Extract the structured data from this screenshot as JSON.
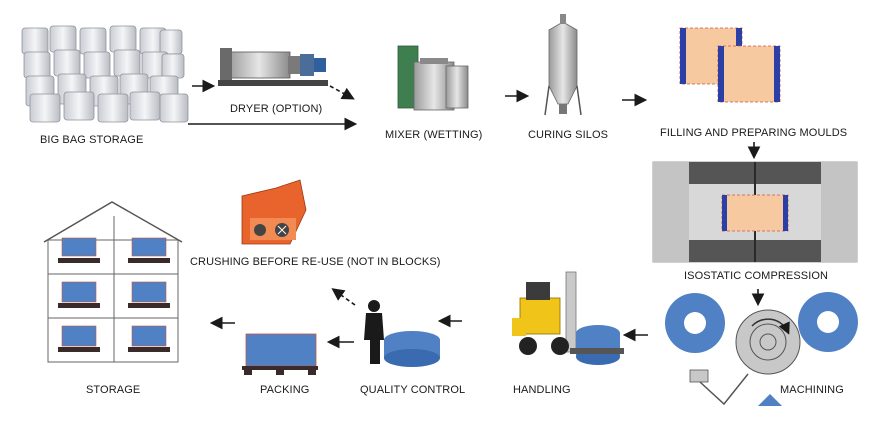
{
  "steps": {
    "big_bag_storage": "BIG BAG STORAGE",
    "dryer": "DRYER (OPTION)",
    "mixer": "MIXER (WETTING)",
    "curing_silos": "CURING SILOS",
    "filling_moulds": "FILLING AND PREPARING MOULDS",
    "isostatic_compression": "ISOSTATIC COMPRESSION",
    "machining": "MACHINING",
    "handling": "HANDLING",
    "quality_control": "QUALITY CONTROL",
    "packing": "PACKING",
    "storage": "STORAGE",
    "crushing": "CRUSHING BEFORE RE-USE (NOT IN BLOCKS)"
  },
  "colors": {
    "arrow": "#1a1a1a",
    "ring_blue": "#4f81c4",
    "block_orange": "#f7c9a0",
    "mould_blue": "#2b3fa6",
    "crusher_orange": "#e8642c",
    "mixer_green": "#3f7f4f",
    "pallet_dark": "#3a2a2a",
    "steel_grey": "#b8b8b8"
  }
}
